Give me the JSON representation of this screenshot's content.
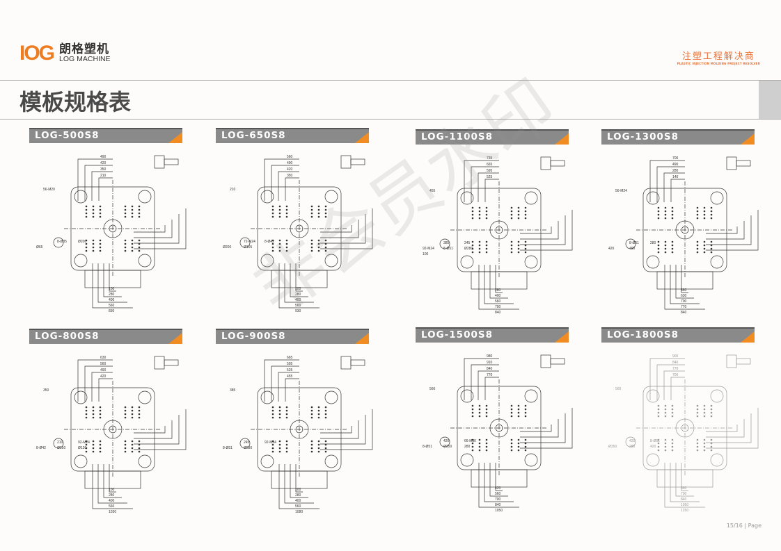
{
  "header": {
    "logo_mark": "IOG",
    "logo_cn": "朗格塑机",
    "logo_en": "LOG MACHINE",
    "slogan_cn": "注塑工程解决商",
    "slogan_en": "PLASTIC INJECTION MOLDING PROJECT RESOLVER"
  },
  "title": "模板规格表",
  "panels": [
    {
      "model": "LOG-500S8",
      "labels": [
        "490",
        "420",
        "350",
        "210",
        "56-M20",
        "8-Ø35",
        "Ø200",
        "Ø65",
        "100",
        "280",
        "400",
        "560",
        "830"
      ]
    },
    {
      "model": "LOG-650S8",
      "labels": [
        "560",
        "490",
        "420",
        "350",
        "210",
        "72-M24",
        "8-Ø42",
        "Ø200",
        "Ø105",
        "100",
        "280",
        "400",
        "560",
        "930"
      ]
    },
    {
      "model": "LOG-1100S8",
      "labels": [
        "735",
        "665",
        "595",
        "525",
        "455",
        "385",
        "245",
        "92-M24",
        "8-Ø51",
        "Ø280",
        "100",
        "280",
        "400",
        "560",
        "700",
        "840"
      ]
    },
    {
      "model": "LOG-1300S8",
      "labels": [
        "700",
        "490",
        "280",
        "140",
        "56-M24",
        "8-Ø51",
        "280",
        "420",
        "490",
        "560",
        "630",
        "700",
        "770",
        "840"
      ]
    },
    {
      "model": "LOG-800S8",
      "labels": [
        "630",
        "560",
        "490",
        "420",
        "350",
        "210",
        "92-M24",
        "8-Ø42",
        "Ø250",
        "Ø120",
        "100",
        "280",
        "400",
        "560",
        "1030"
      ]
    },
    {
      "model": "LOG-900S8",
      "labels": [
        "665",
        "595",
        "525",
        "455",
        "385",
        "245",
        "92-M24",
        "8-Ø51",
        "Ø280",
        "100",
        "280",
        "400",
        "560",
        "1080"
      ]
    },
    {
      "model": "LOG-1500S8",
      "labels": [
        "980",
        "910",
        "840",
        "770",
        "560",
        "420",
        "66-M30",
        "8-Ø51",
        "Ø350",
        "280",
        "420",
        "560",
        "700",
        "840",
        "1050"
      ]
    },
    {
      "model": "LOG-1800S8",
      "labels": [
        "900",
        "840",
        "770",
        "700",
        "560",
        "420",
        "8-Ø51",
        "Ø350",
        "280",
        "420",
        "560",
        "700",
        "840",
        "1050",
        "1250"
      ]
    }
  ],
  "watermark": "非会员水印",
  "page_number": "15/16 | Page"
}
